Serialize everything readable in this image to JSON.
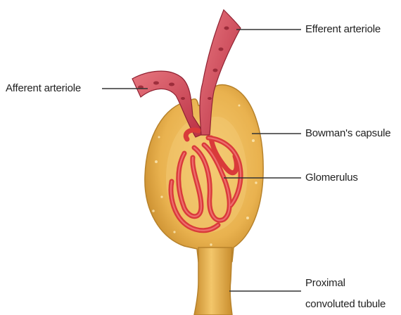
{
  "labels": {
    "efferent": "Efferent arteriole",
    "afferent": "Afferent arteriole",
    "bowman": "Bowman's capsule",
    "glomerulus": "Glomerulus",
    "proximal_line1": "Proximal",
    "proximal_line2": "convoluted tubule"
  },
  "colors": {
    "capsule": "#e9b24f",
    "capsule_dark": "#c98d2e",
    "vessel": "#c7394b",
    "vessel_light": "#e36d79",
    "capillary": "#e23b3b",
    "leader_line": "#333333"
  }
}
